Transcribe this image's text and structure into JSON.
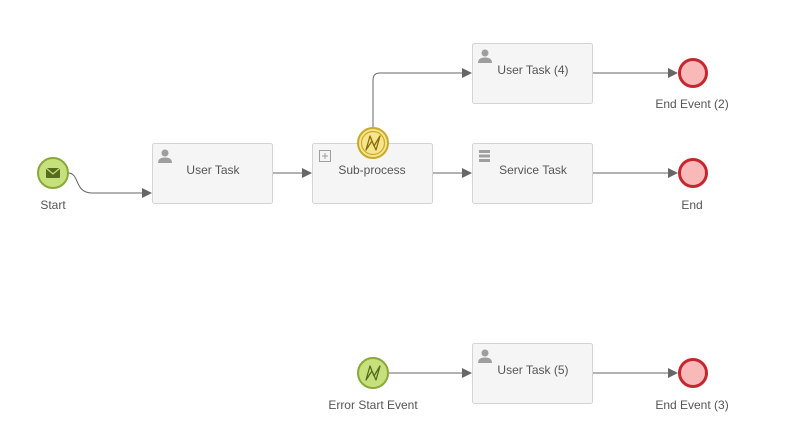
{
  "diagram": {
    "nodes": {
      "start": {
        "label": "Start",
        "type": "message-start-event"
      },
      "user_task": {
        "label": "User Task",
        "type": "user-task"
      },
      "sub_process": {
        "label": "Sub-process",
        "type": "collapsed-sub-process"
      },
      "boundary_error": {
        "type": "error-boundary-event"
      },
      "user_task_4": {
        "label": "User Task (4)",
        "type": "user-task"
      },
      "service_task": {
        "label": "Service Task",
        "type": "service-task"
      },
      "end_event_2": {
        "label": "End Event (2)",
        "type": "end-event"
      },
      "end": {
        "label": "End",
        "type": "end-event"
      },
      "error_start": {
        "label": "Error Start Event",
        "type": "error-start-event"
      },
      "user_task_5": {
        "label": "User Task (5)",
        "type": "user-task"
      },
      "end_event_3": {
        "label": "End Event (3)",
        "type": "end-event"
      }
    },
    "icons": {
      "start": "envelope-icon",
      "user": "person-icon",
      "service": "gear-stack-icon",
      "subprocess": "plus-box-icon",
      "error": "lightning-icon"
    },
    "colors": {
      "start_fill": "#c6e07c",
      "start_stroke": "#8aa83a",
      "boundary_fill": "#f6e58c",
      "boundary_stroke": "#c9a92a",
      "end_fill": "#f9b9b9",
      "end_stroke": "#c6262e",
      "task_fill": "#f5f5f5",
      "task_stroke": "#d4d4d4",
      "flow": "#666666"
    }
  }
}
